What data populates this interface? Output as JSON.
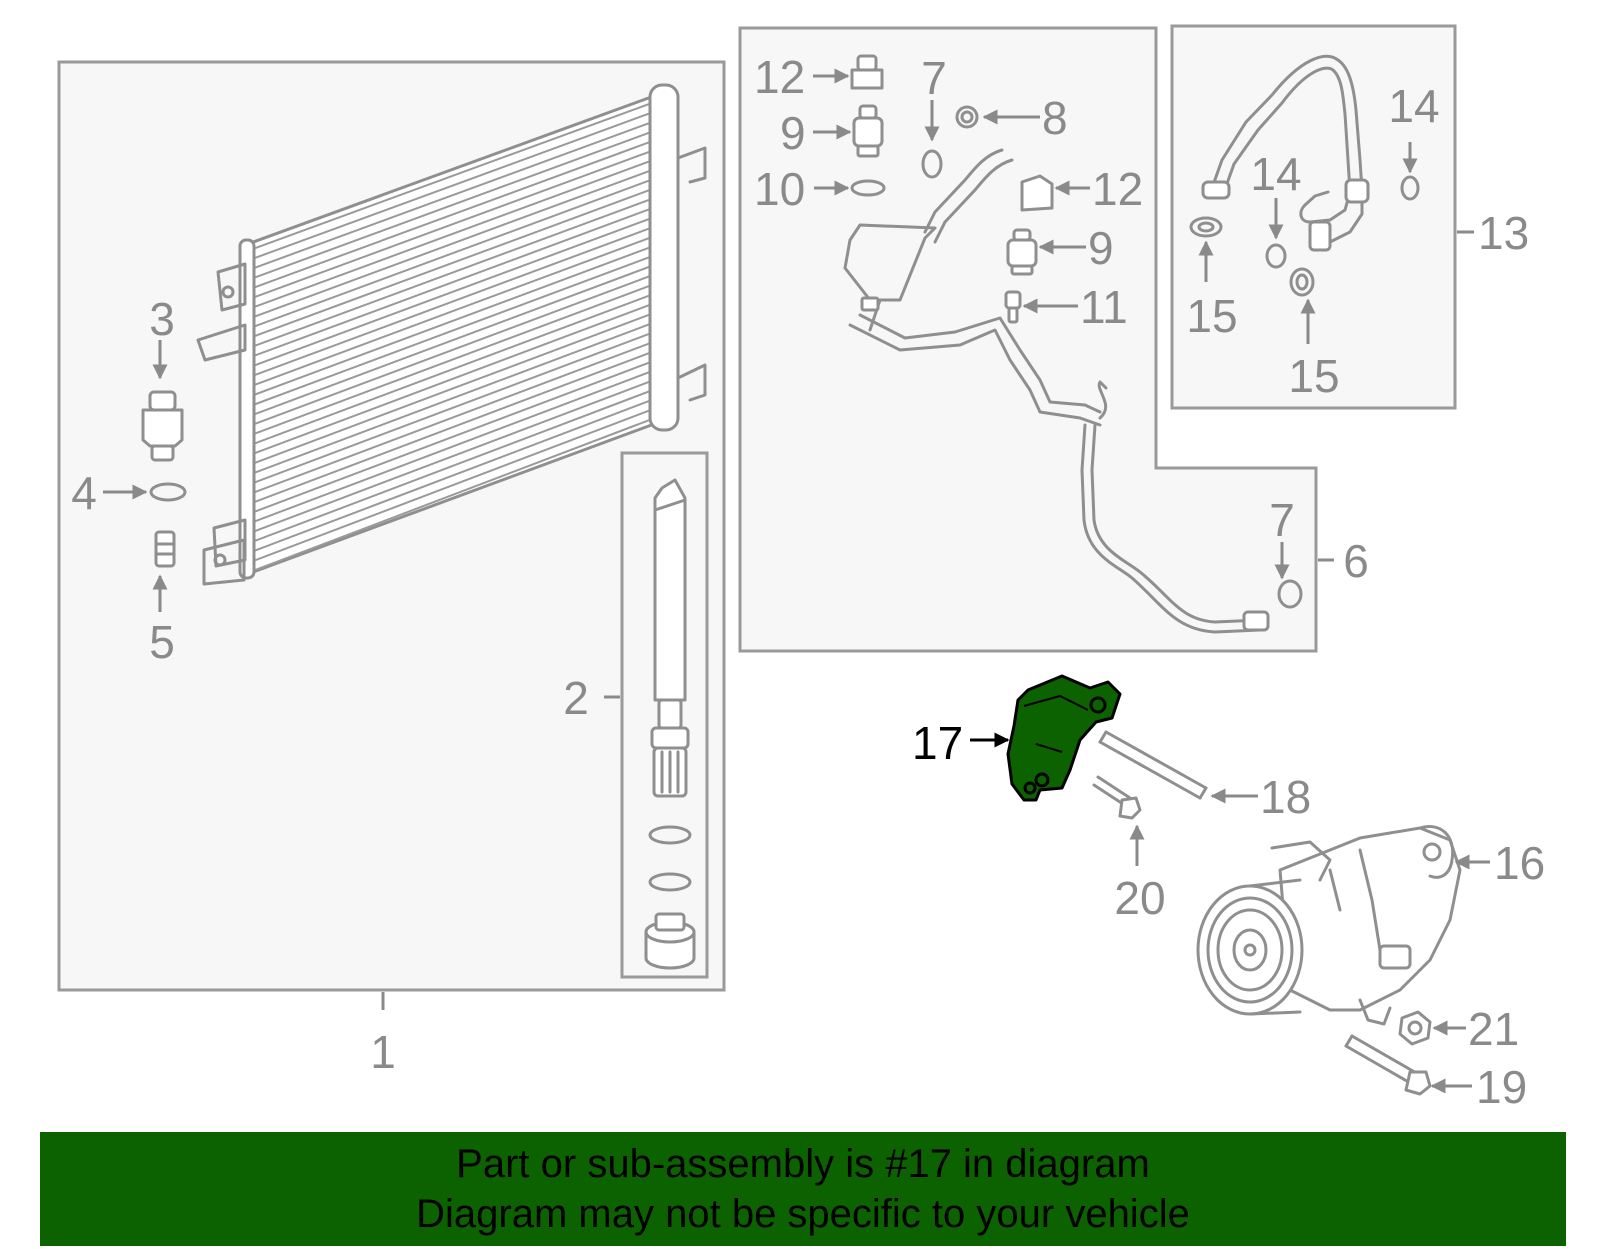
{
  "highlight_color": "#0d6200",
  "callouts": {
    "c1": "1",
    "c2": "2",
    "c3": "3",
    "c4": "4",
    "c5": "5",
    "c6": "6",
    "c7a": "7",
    "c7b": "7",
    "c8": "8",
    "c9a": "9",
    "c9b": "9",
    "c10": "10",
    "c11": "11",
    "c12a": "12",
    "c12b": "12",
    "c13": "13",
    "c14a": "14",
    "c14b": "14",
    "c15a": "15",
    "c15b": "15",
    "c16": "16",
    "c17": "17",
    "c18": "18",
    "c19": "19",
    "c20": "20",
    "c21": "21"
  },
  "banner": {
    "line1": "Part or sub-assembly is #17 in diagram",
    "line2": "Diagram may not be specific to your vehicle"
  }
}
